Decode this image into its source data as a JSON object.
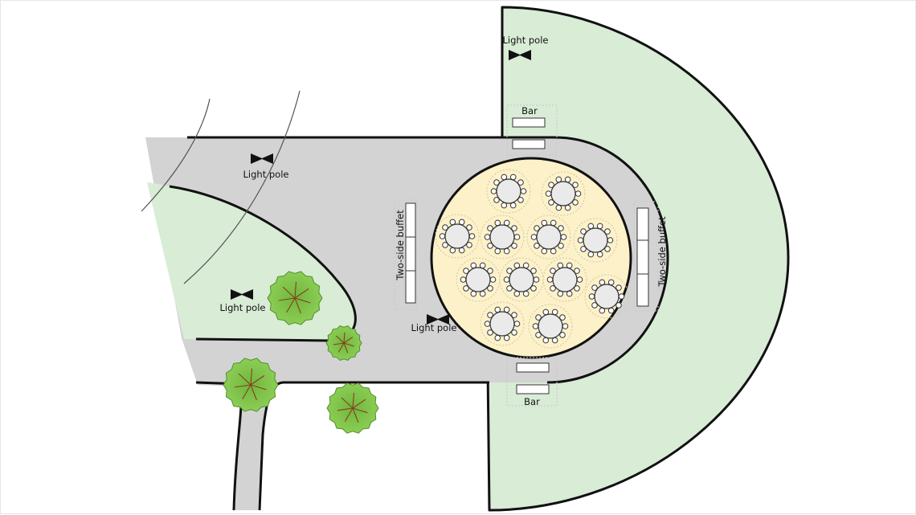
{
  "labels": {
    "light_pole": "Light pole",
    "bar": "Bar",
    "two_side_buffet": "Two-side buffet"
  },
  "colors": {
    "lawn": "#d8ecd6",
    "pavement": "#d3d3d3",
    "dance_floor": "#fcf1c8",
    "table": "#eaeaea",
    "tree": "#7dc24a",
    "outline": "#111111"
  },
  "icons": [
    "light-pole-icon",
    "tree-icon",
    "round-table-icon",
    "bar-counter-icon",
    "buffet-table-icon"
  ]
}
